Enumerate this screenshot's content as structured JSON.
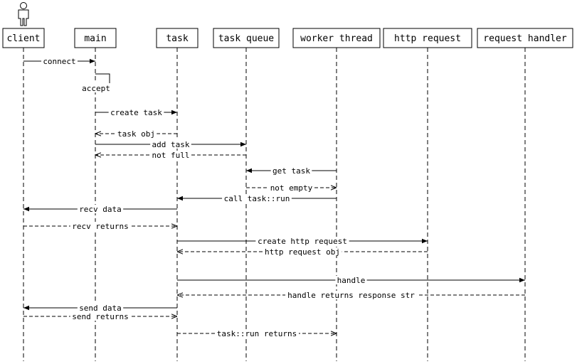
{
  "diagram": {
    "type": "sequence",
    "participants": [
      {
        "id": "client",
        "label": "client",
        "actor": true
      },
      {
        "id": "main",
        "label": "main"
      },
      {
        "id": "task",
        "label": "task"
      },
      {
        "id": "queue",
        "label": "task queue"
      },
      {
        "id": "worker",
        "label": "worker thread"
      },
      {
        "id": "http",
        "label": "http request"
      },
      {
        "id": "handler",
        "label": "request handler"
      }
    ],
    "messages": [
      {
        "from": "client",
        "to": "main",
        "label": "connect",
        "kind": "sync"
      },
      {
        "from": "main",
        "to": "main",
        "label": "accept",
        "kind": "self"
      },
      {
        "from": "main",
        "to": "task",
        "label": "create task",
        "kind": "sync"
      },
      {
        "from": "task",
        "to": "main",
        "label": "task obj",
        "kind": "return"
      },
      {
        "from": "main",
        "to": "queue",
        "label": "add task",
        "kind": "sync"
      },
      {
        "from": "queue",
        "to": "main",
        "label": "not full",
        "kind": "return"
      },
      {
        "from": "worker",
        "to": "queue",
        "label": "get task",
        "kind": "sync"
      },
      {
        "from": "queue",
        "to": "worker",
        "label": "not empty",
        "kind": "return"
      },
      {
        "from": "worker",
        "to": "task",
        "label": "call task::run",
        "kind": "sync"
      },
      {
        "from": "task",
        "to": "client",
        "label": "recv data",
        "kind": "sync"
      },
      {
        "from": "client",
        "to": "task",
        "label": "recv returns",
        "kind": "return"
      },
      {
        "from": "task",
        "to": "http",
        "label": "create http request",
        "kind": "sync"
      },
      {
        "from": "http",
        "to": "task",
        "label": "http request obj",
        "kind": "return"
      },
      {
        "from": "task",
        "to": "handler",
        "label": "handle",
        "kind": "sync"
      },
      {
        "from": "handler",
        "to": "task",
        "label": "handle returns response str",
        "kind": "return"
      },
      {
        "from": "task",
        "to": "client",
        "label": "send data",
        "kind": "sync"
      },
      {
        "from": "client",
        "to": "task",
        "label": "send returns",
        "kind": "return"
      },
      {
        "from": "task",
        "to": "worker",
        "label": "task::run returns",
        "kind": "return"
      }
    ]
  }
}
